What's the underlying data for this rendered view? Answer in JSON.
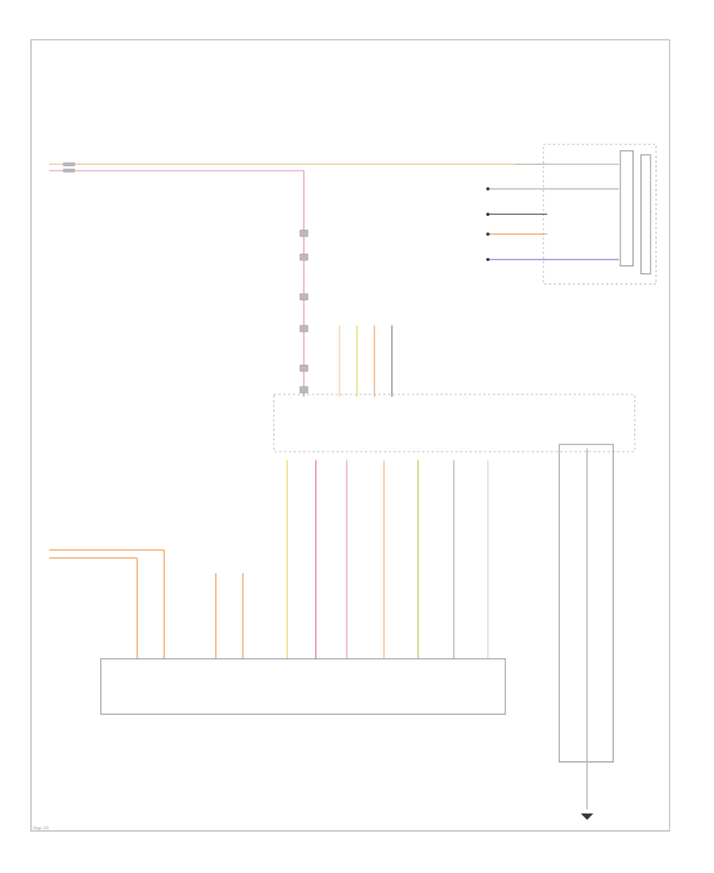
{
  "colors": {
    "orange": "#f3a96a",
    "pink": "#f27aa0",
    "yellow": "#e8e07a",
    "green": "#b9d86a",
    "blue": "#8a7fe0",
    "gray": "#9a9a9a",
    "beige": "#f0d7a0"
  },
  "page_label": "Page 3/3",
  "icons": [
    "ground-symbol",
    "splice-dot",
    "connector-pin"
  ]
}
